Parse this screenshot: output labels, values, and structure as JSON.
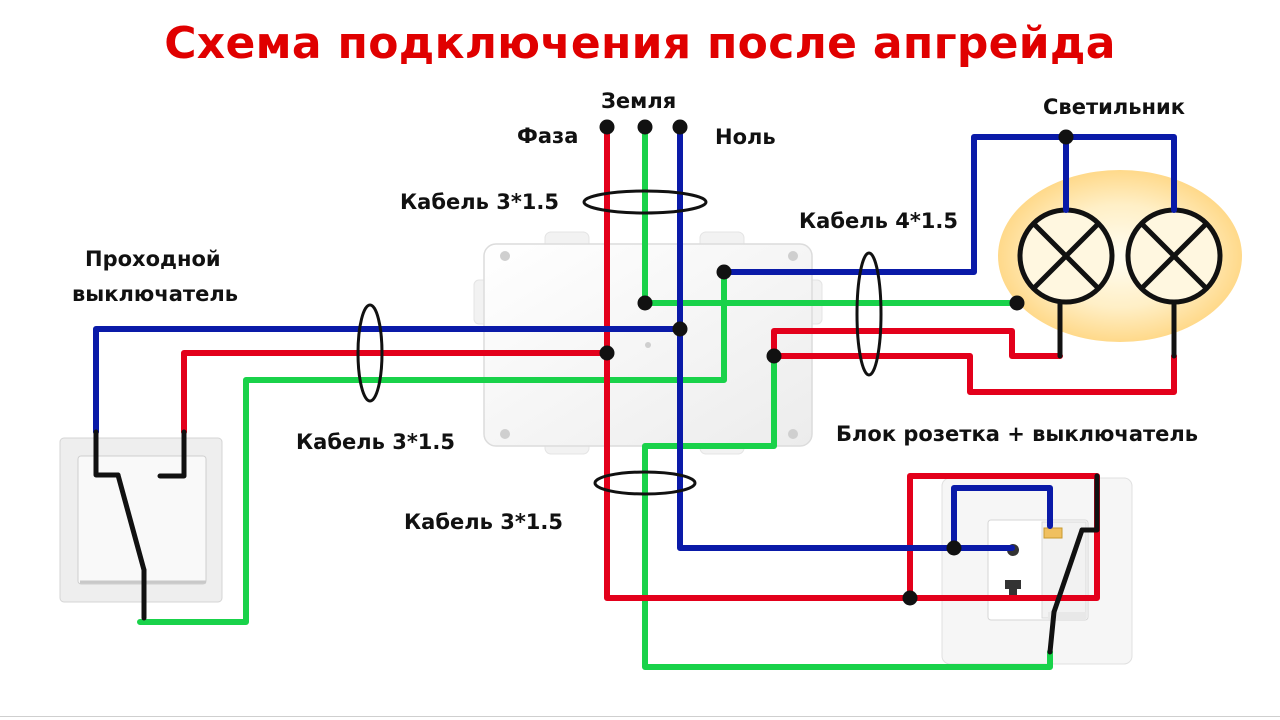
{
  "title": "Схема подключения после апгрейда",
  "labels": {
    "ground": "Земля",
    "phase": "Фаза",
    "neutral": "Ноль",
    "lamp": "Светильник",
    "cable_in": "Кабель 3*1.5",
    "cable_lamp": "Кабель 4*1.5",
    "switch_line1": "Проходной",
    "switch_line2": "выключатель",
    "cable_switch": "Кабель 3*1.5",
    "cable_block": "Кабель 3*1.5",
    "block": "Блок розетка + выключатель"
  },
  "colors": {
    "title": "#e00000",
    "phase": "#e3001b",
    "neutral": "#0a1aa8",
    "ground": "#19d24a",
    "switch_wire": "#111111",
    "lamp_glow": "#ffe3a0"
  },
  "icons": [
    "junction-box-icon",
    "pass-through-switch-icon",
    "lamp-icon",
    "socket-switch-block-icon"
  ]
}
